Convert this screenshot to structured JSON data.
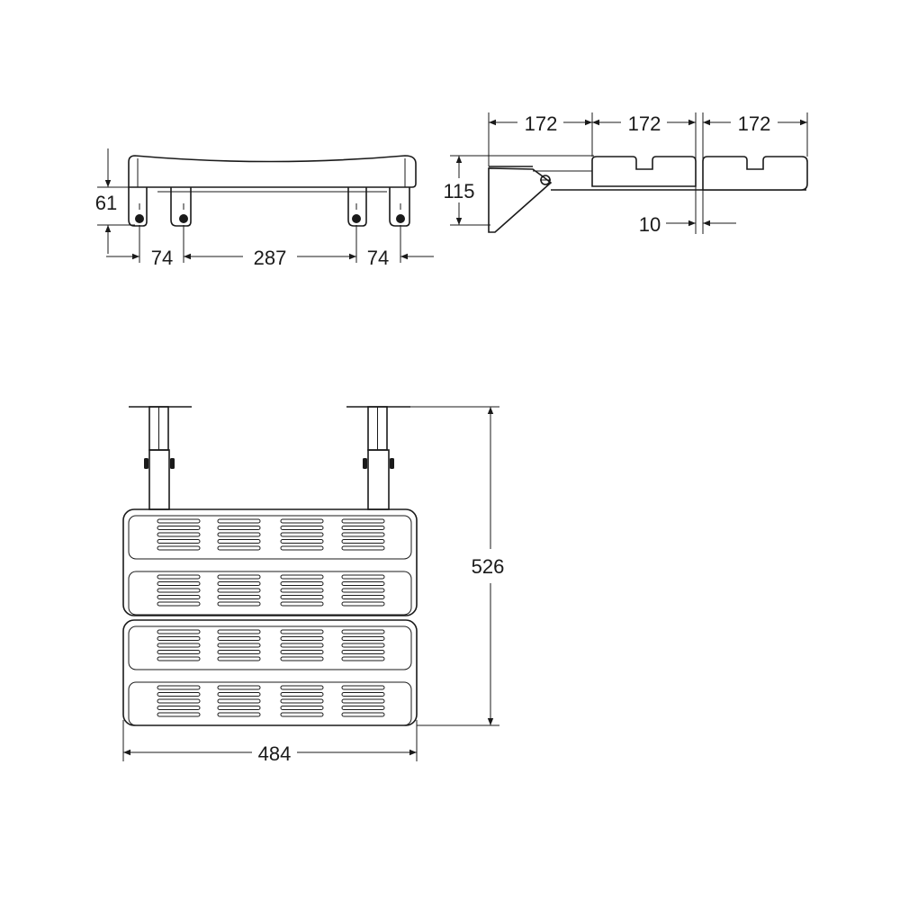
{
  "drawing": {
    "front_view": {
      "height_label": "61",
      "leg_left_label": "74",
      "leg_span_label": "287",
      "leg_right_label": "74"
    },
    "side_view": {
      "height_label": "115",
      "segment_labels": [
        "172",
        "172",
        "172"
      ],
      "gap_label": "10"
    },
    "top_view": {
      "depth_label": "526",
      "width_label": "484"
    },
    "colors": {
      "line": "#1a1a1a",
      "background": "#ffffff"
    }
  }
}
